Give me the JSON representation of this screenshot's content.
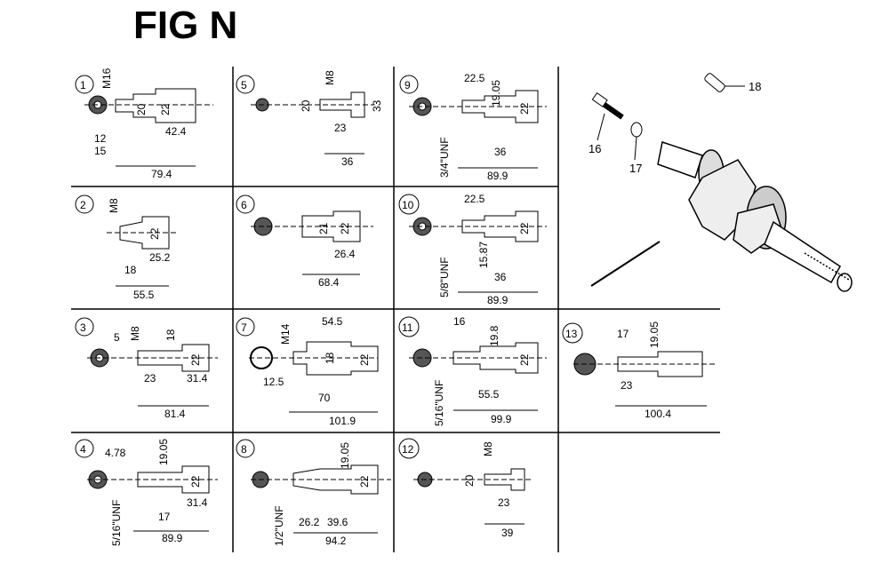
{
  "title": "FIG N",
  "panels": {
    "p1": {
      "num": "1",
      "thread": "M16",
      "d1": "20",
      "d2": "22",
      "l1": "42.4",
      "l2": "12",
      "l3": "15",
      "l4": "79.4"
    },
    "p2": {
      "num": "2",
      "thread": "M8",
      "d1": "22",
      "l1": "25.2",
      "l2": "18",
      "l3": "55.5"
    },
    "p3": {
      "num": "3",
      "w": "5",
      "thread": "M8",
      "t": "18",
      "d1": "22",
      "l1": "23",
      "l2": "31.4",
      "l3": "81.4"
    },
    "p4": {
      "num": "4",
      "w": "4.78",
      "d0": "19.05",
      "d1": "22",
      "l1": "17",
      "l2": "31.4",
      "l3": "89.9",
      "thread": "5/16\"UNF"
    },
    "p5": {
      "num": "5",
      "thread": "M8",
      "d1": "20",
      "d2": "33",
      "l1": "23",
      "l2": "36"
    },
    "p6": {
      "num": "6",
      "d1": "21",
      "d2": "22",
      "l1": "26.4",
      "l2": "68.4"
    },
    "p7": {
      "num": "7",
      "thread": "M14",
      "l0": "54.5",
      "d1": "18",
      "d2": "22",
      "l1": "12.5",
      "l2": "70",
      "l3": "101.9"
    },
    "p8": {
      "num": "8",
      "d0": "19.05",
      "d1": "22",
      "thread": "1/2\"UNF",
      "l1": "26.2",
      "l2": "39.6",
      "l3": "94.2"
    },
    "p9": {
      "num": "9",
      "l0": "22.5",
      "d0": "19.05",
      "d1": "22",
      "thread": "3/4\"UNF",
      "l1": "36",
      "l2": "89.9"
    },
    "p10": {
      "num": "10",
      "l0": "22.5",
      "d1": "22",
      "d2": "15.87",
      "thread": "5/8\"UNF",
      "l1": "36",
      "l2": "89.9"
    },
    "p11": {
      "num": "11",
      "l0": "16",
      "d0": "19.8",
      "d1": "22",
      "thread": "5/16\"UNF",
      "l1": "55.5",
      "l2": "99.9"
    },
    "p12": {
      "num": "12",
      "thread": "M8",
      "d1": "20",
      "l1": "23",
      "l2": "39"
    },
    "p13": {
      "num": "13",
      "l0": "17",
      "d0": "19.05",
      "l1": "23",
      "l2": "100.4"
    }
  },
  "parts": {
    "bolt": "16",
    "washer": "17",
    "key": "18"
  }
}
